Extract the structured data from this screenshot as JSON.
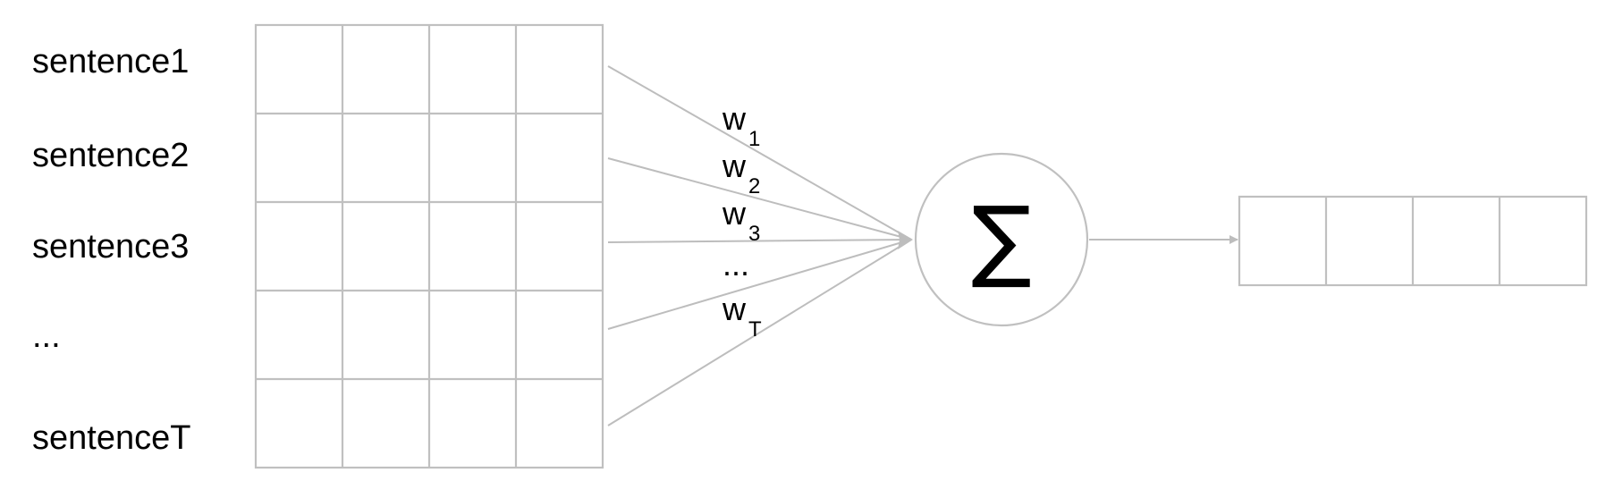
{
  "rows": [
    {
      "label": "sentence1"
    },
    {
      "label": "sentence2"
    },
    {
      "label": "sentence3"
    },
    {
      "label": "..."
    },
    {
      "label": "sentenceT"
    }
  ],
  "weights": [
    {
      "base": "w",
      "sub": "1"
    },
    {
      "base": "w",
      "sub": "2"
    },
    {
      "base": "w",
      "sub": "3"
    },
    {
      "base": "...",
      "sub": ""
    },
    {
      "base": "w",
      "sub": "T"
    }
  ],
  "sum_symbol": "∑",
  "input_matrix": {
    "rows": 5,
    "cols": 4
  },
  "output_vector": {
    "cols": 4
  },
  "colors": {
    "line": "#c0c0c0",
    "text": "#000000"
  }
}
